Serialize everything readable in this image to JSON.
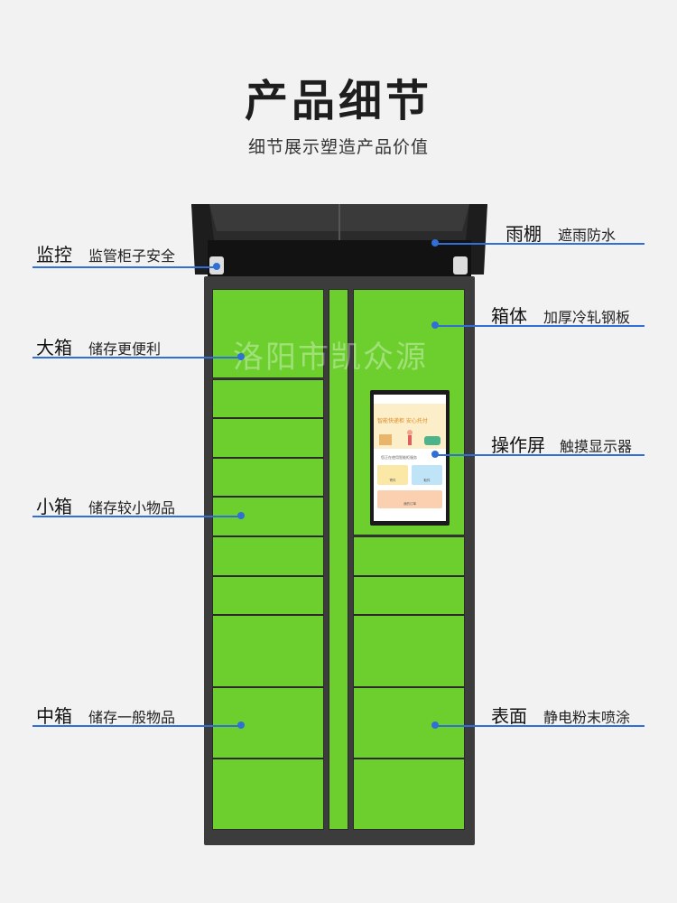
{
  "header": {
    "title": "产品细节",
    "subtitle": "细节展示塑造产品价值"
  },
  "watermark": "洛阳市凯众源",
  "screen": {
    "banner_text": "智能快递柜 安心托付",
    "sub_text": "您正在使用智能柜服务",
    "tiles": [
      "寄件",
      "取件",
      "我的订单"
    ]
  },
  "callouts": {
    "monitor": {
      "label": "监控",
      "desc": "监管柜子安全"
    },
    "large": {
      "label": "大箱",
      "desc": "储存更便利"
    },
    "small": {
      "label": "小箱",
      "desc": "储存较小物品"
    },
    "medium": {
      "label": "中箱",
      "desc": "储存一般物品"
    },
    "canopy": {
      "label": "雨棚",
      "desc": "遮雨防水"
    },
    "body": {
      "label": "箱体",
      "desc": "加厚冷轧钢板"
    },
    "touch": {
      "label": "操作屏",
      "desc": "触摸显示器"
    },
    "surface": {
      "label": "表面",
      "desc": "静电粉末喷涂"
    }
  },
  "colors": {
    "door_green": "#6ccf2e",
    "frame": "#3c3c3c",
    "callout_blue": "#2f6fd6",
    "background": "#f2f2f2"
  }
}
